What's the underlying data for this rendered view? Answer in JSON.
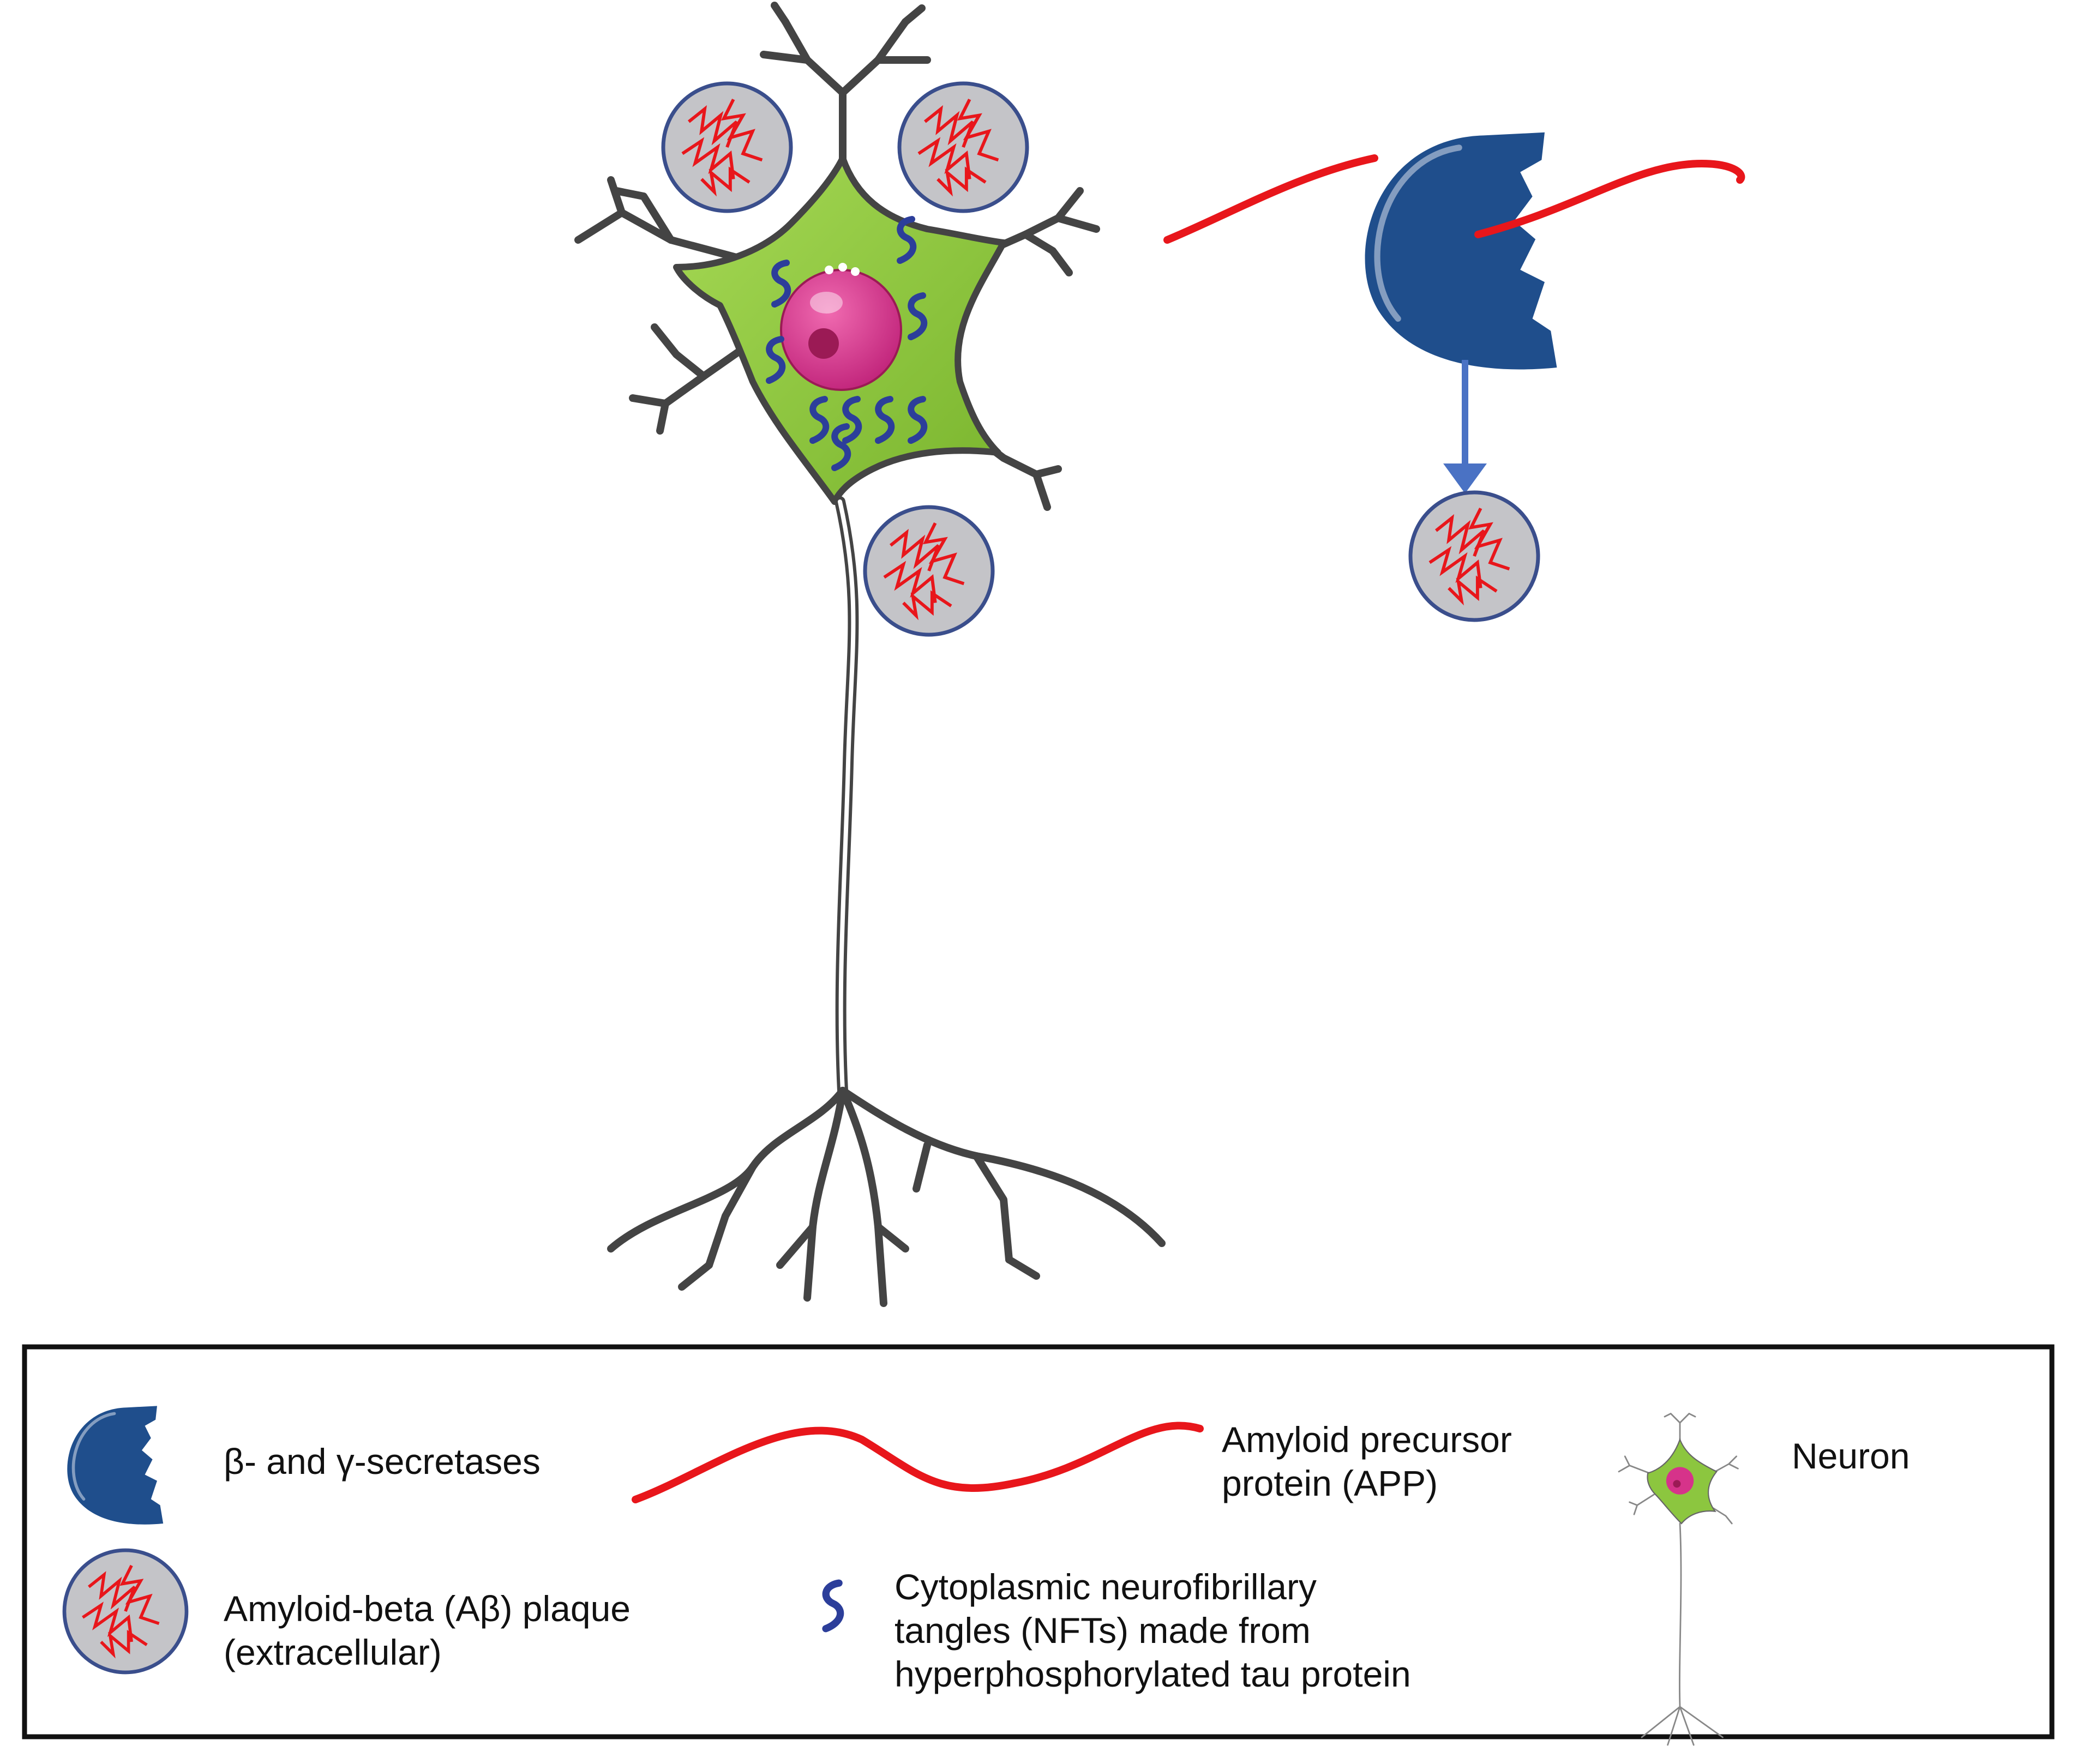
{
  "colors": {
    "secretase": "#1f4e8c",
    "app_line": "#e8161b",
    "neuron_body": "#8cc63f",
    "nucleus": "#d6338a",
    "nucleolus": "#9b1a55",
    "plaque_fill": "#c4c4c8",
    "plaque_stroke": "#3a4e8c",
    "tangle": "#2c3e9a",
    "arrow": "#4a72c4",
    "neuron_outline": "#444444"
  },
  "icons": {
    "secretase": "pacman-enzyme-icon",
    "app": "wavy-line-icon",
    "plaque": "plaque-circle-icon",
    "tangle": "s-squiggle-icon",
    "neuron": "neuron-icon"
  },
  "legend": {
    "secretase_label": "β- and γ-secretases",
    "app_label": [
      "Amyloid precursor",
      "protein (APP)"
    ],
    "neuron_label": "Neuron",
    "plaque_label": [
      "Amyloid-beta (Aβ) plaque",
      "(extracellular)"
    ],
    "tangle_label": [
      "Cytoplasmic neurofibrillary",
      "tangles (NFTs) made from",
      "hyperphosphorylated tau protein"
    ]
  }
}
